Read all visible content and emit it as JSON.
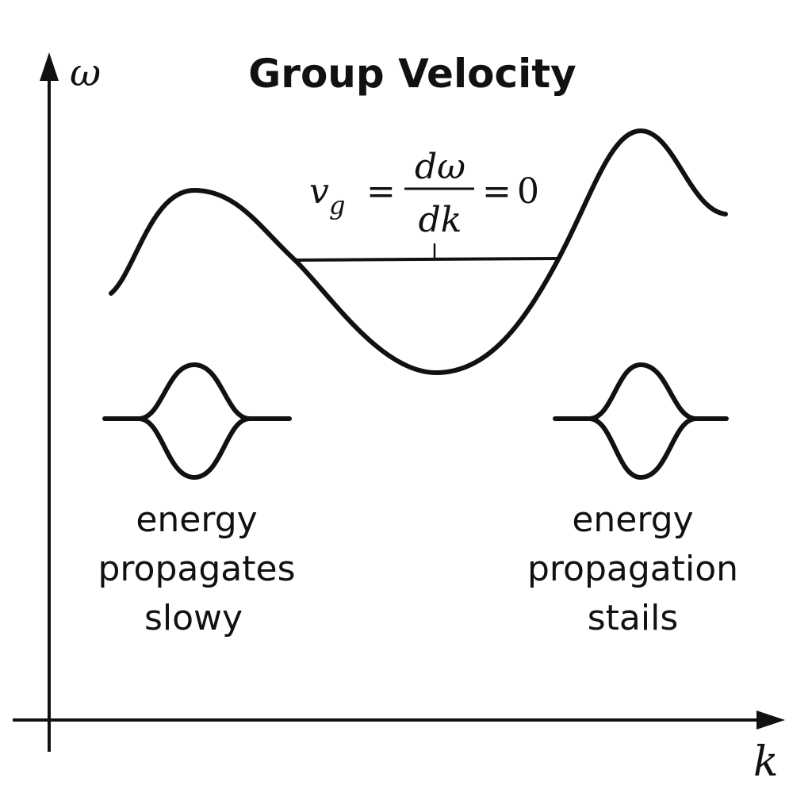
{
  "title": "Group Velocity",
  "axes": {
    "y_label": "ω",
    "x_label": "k"
  },
  "formula": {
    "lhs": "v",
    "lhs_sub": "g",
    "equals": "=",
    "numerator": "dω",
    "denominator": "dk",
    "equals2": "=",
    "rhs": "0"
  },
  "left_note": [
    "energy",
    "propagates",
    "slowy"
  ],
  "right_note": [
    "energy",
    "propagation",
    "stails"
  ]
}
